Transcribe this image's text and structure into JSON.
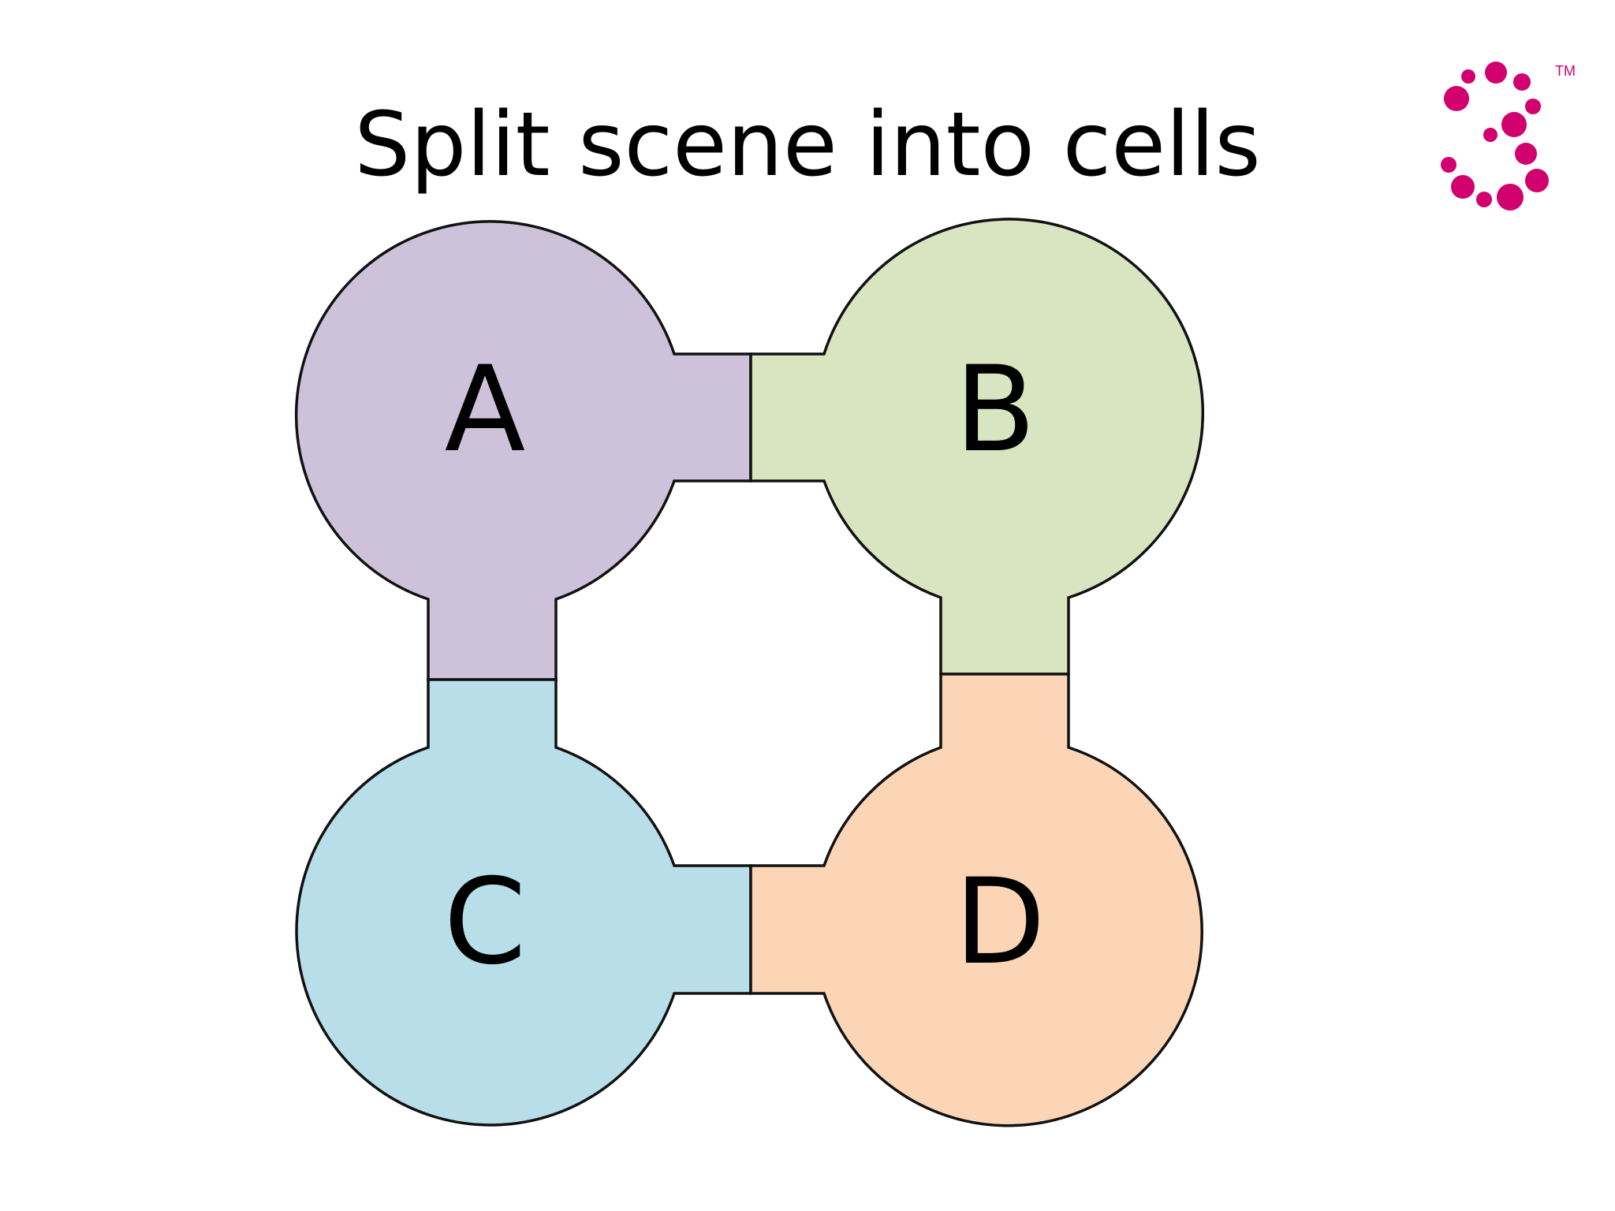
{
  "slide": {
    "title": "Split scene into cells"
  },
  "cells": [
    {
      "id": "a",
      "label": "A",
      "fill": "#CEC2DA"
    },
    {
      "id": "b",
      "label": "B",
      "fill": "#D9E4C1"
    },
    {
      "id": "c",
      "label": "C",
      "fill": "#B8DEEA"
    },
    {
      "id": "d",
      "label": "D",
      "fill": "#FBD5B6"
    }
  ],
  "logo": {
    "trademark": "TM",
    "color": "#D2006E"
  },
  "colors": {
    "outline": "#111111",
    "background": "#FFFFFF"
  }
}
